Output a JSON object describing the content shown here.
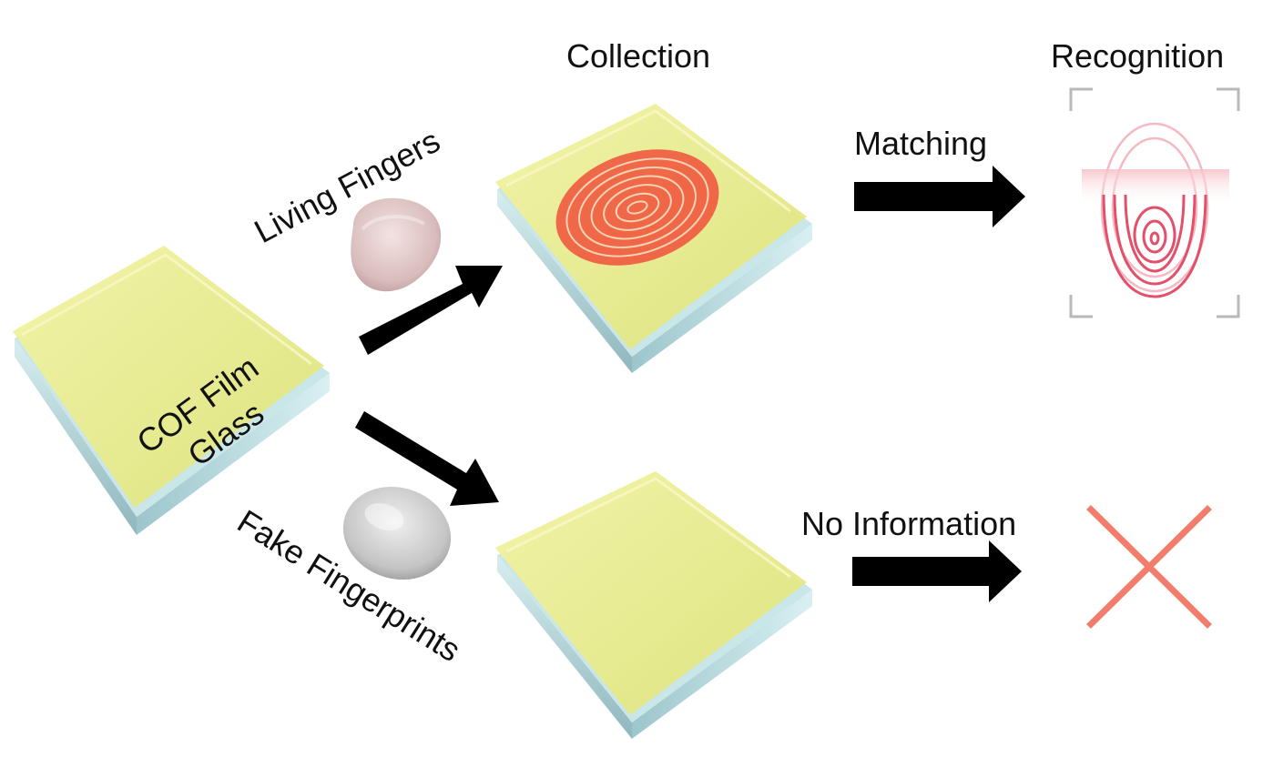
{
  "labels": {
    "collection": "Collection",
    "recognition": "Recognition",
    "matching": "Matching",
    "living_fingers": "Living Fingers",
    "cof_film": "COF Film",
    "glass": "Glass",
    "fake_fingerprints": "Fake Fingerprints",
    "no_information": "No Information"
  },
  "colors": {
    "cof_film": "#e9ec8c",
    "glass": "#bfe3e6",
    "fingerprint_collected": "#f0503a",
    "fingerprint_recognized": "#e4506a",
    "reject_mark": "#f27d6d",
    "arrow": "#000000"
  },
  "icons": {
    "living_finger": "finger-icon",
    "fake_finger": "fake-finger-icon",
    "reject": "cross-icon",
    "scan_frame": "scan-frame-icon"
  }
}
